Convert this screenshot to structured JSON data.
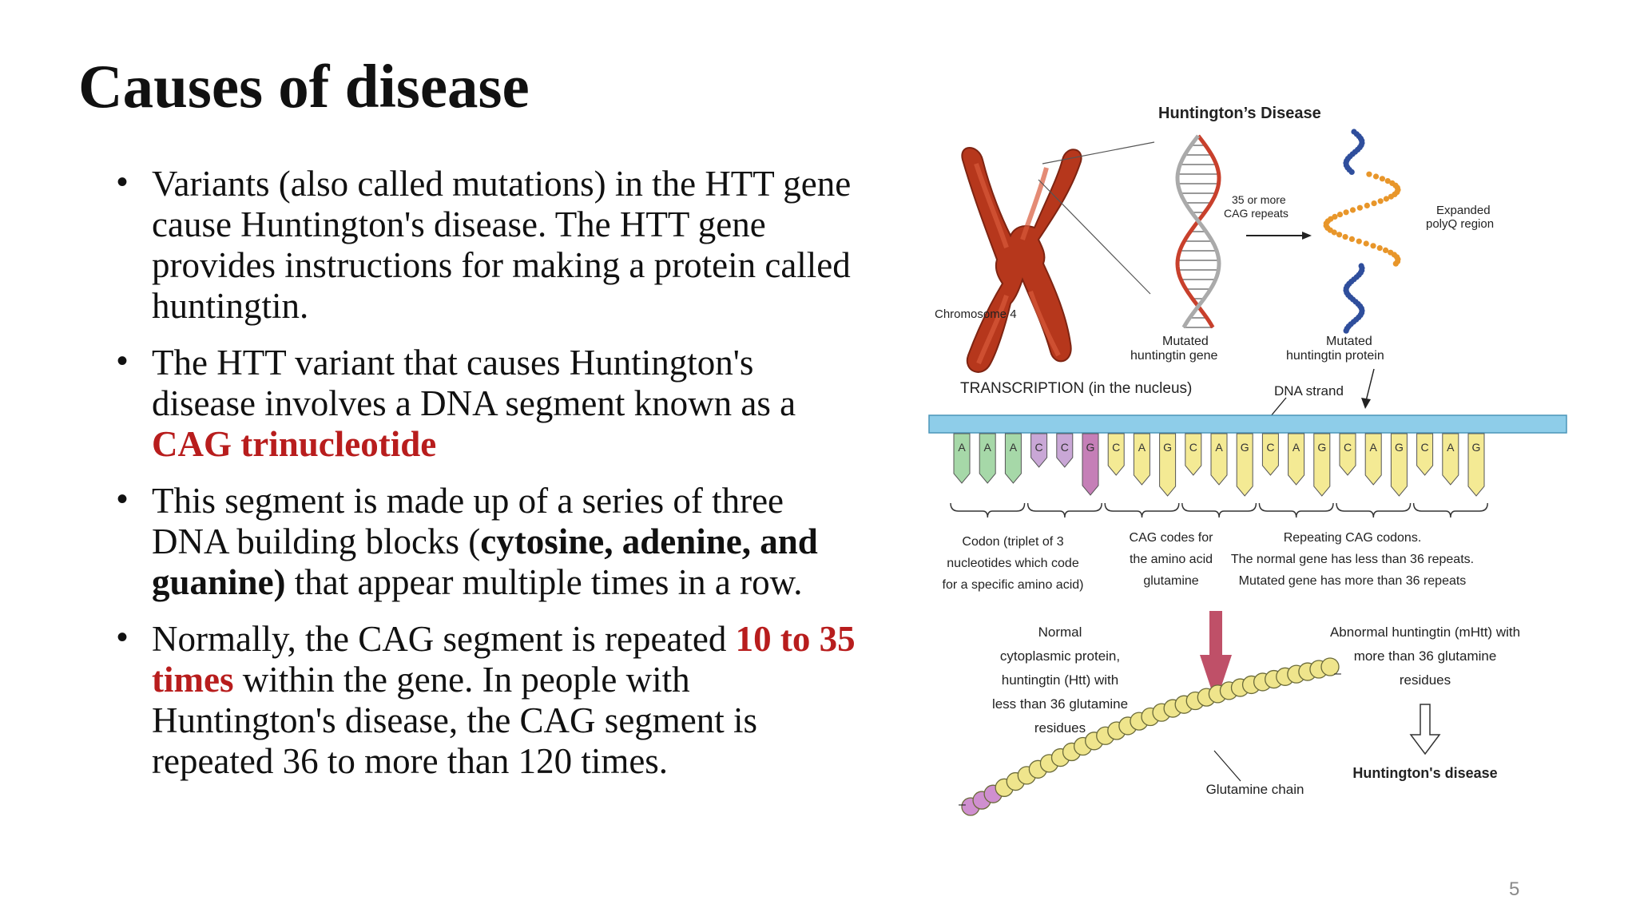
{
  "slide": {
    "title": "Causes of disease",
    "page_number": "5",
    "bullets": [
      [
        "Variants (also called mutations) in the HTT gene cause Huntington's disease. The HTT gene provides instructions for making a protein called huntingtin."
      ],
      [
        " The HTT variant that causes Huntington's disease involves a DNA segment known as a ",
        "CAG trinucleotide"
      ],
      [
        "This segment is made up of a series of three DNA building blocks (",
        "cytosine, adenine, and guanine)",
        " that appear multiple times in a row."
      ],
      [
        " Normally, the CAG segment is repeated ",
        "10 to 35 times",
        " within the gene. In people with Huntington's disease, the CAG segment is repeated 36 to more than 120 times."
      ]
    ]
  },
  "figure": {
    "title": "Huntington’s Disease",
    "chromosome_label": "Chromosome 4",
    "repeat_note": [
      "35 or more",
      "CAG repeats"
    ],
    "polyq_note": [
      "Expanded",
      "polyQ region"
    ],
    "gene_label": [
      "Mutated",
      "huntingtin gene"
    ],
    "protein_label": [
      "Mutated",
      "huntingtin protein"
    ],
    "transcription_label": "TRANSCRIPTION (in the nucleus)",
    "dna_strand_label": "DNA strand",
    "bases": [
      "A",
      "A",
      "A",
      "C",
      "C",
      "G",
      "C",
      "A",
      "G",
      "C",
      "A",
      "G",
      "C",
      "A",
      "G",
      "C",
      "A",
      "G",
      "C",
      "A",
      "G"
    ],
    "codon_label": [
      "Codon (triplet of 3",
      "nucleotides which code",
      "for a specific amino acid)"
    ],
    "cag_label": [
      "CAG codes for",
      "the amino acid",
      "glutamine"
    ],
    "repeating_label": [
      "Repeating CAG codons.",
      "The normal gene has less than 36 repeats.",
      "Mutated gene has more than 36 repeats"
    ],
    "normal_label": [
      "Normal",
      "cytoplasmic protein,",
      "huntingtin (Htt) with",
      "less than 36 glutamine",
      "residues"
    ],
    "abnormal_label": [
      "Abnormal huntingtin (mHtt) with",
      "more than 36 glutamine",
      "residues"
    ],
    "disease_label": "Huntington's disease",
    "glutamine_label": "Glutamine chain",
    "colors": {
      "chromosome": "#b6371c",
      "dna_strand": "#8ecde9",
      "base_A": "#a6d8a8",
      "base_C": "#c9a7d6",
      "base_G_first": "#c57fb7",
      "base_G": "#f4ea94",
      "arrow": "#bf5068",
      "bead_yellow": "#efe58c",
      "bead_purple": "#cf8fcf",
      "helix_red": "#c8402c"
    }
  }
}
